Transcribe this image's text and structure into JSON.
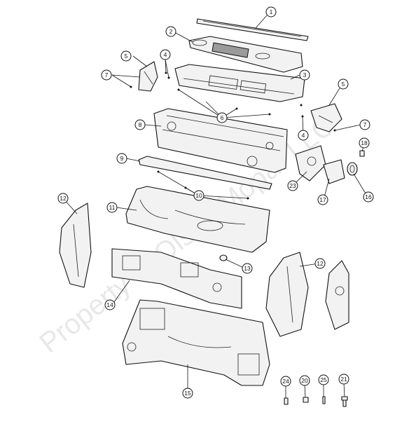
{
  "watermark": "Property of Olsen Mopar LLC",
  "callouts": {
    "c1": "1",
    "c2": "2",
    "c3": "3",
    "c4a": "4",
    "c4b": "4",
    "c5a": "5",
    "c5b": "5",
    "c6": "6",
    "c7a": "7",
    "c7b": "7",
    "c8": "8",
    "c9": "9",
    "c10": "10",
    "c11": "11",
    "c12a": "12",
    "c12b": "12",
    "c13": "13",
    "c14": "14",
    "c15": "15",
    "c16": "16",
    "c17": "17",
    "c18": "18",
    "c20": "20",
    "c21": "21",
    "c23": "23",
    "c24": "24",
    "c25": "25"
  }
}
